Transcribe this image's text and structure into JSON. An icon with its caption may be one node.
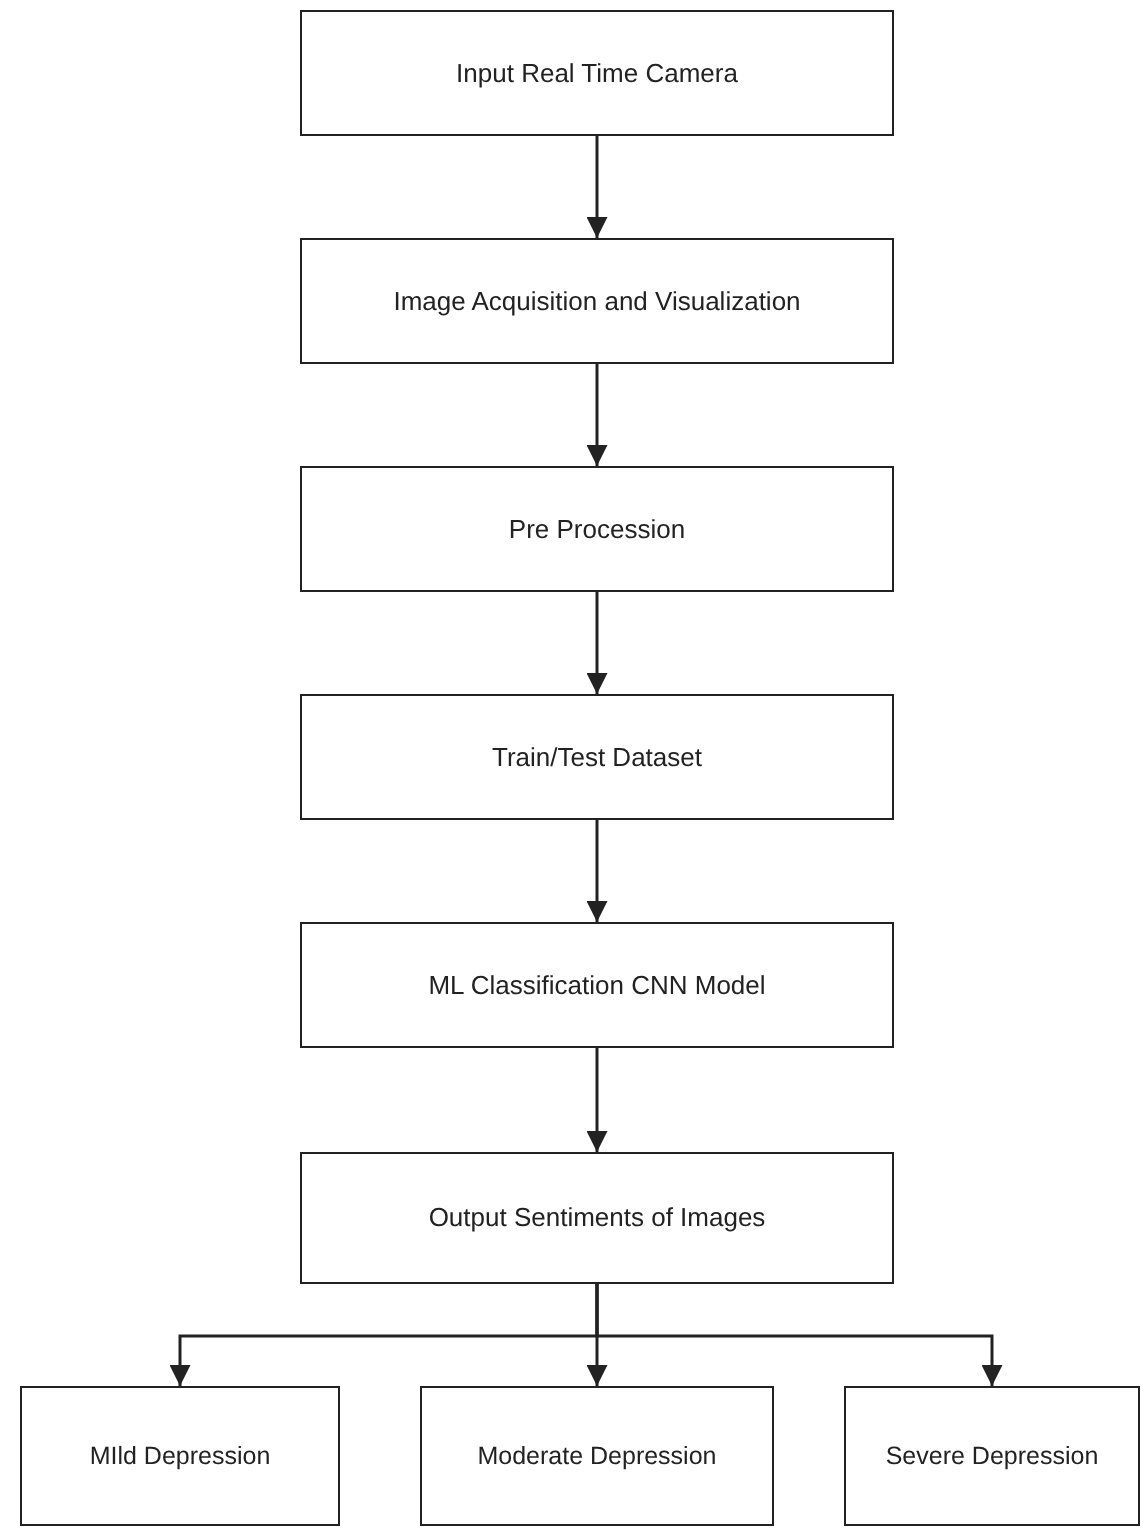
{
  "diagram": {
    "nodes": [
      {
        "text": [
          "Input Real Time Camera"
        ]
      },
      {
        "text": [
          "Image Acquisition and Visualization"
        ]
      },
      {
        "text": [
          "Pre Procession"
        ]
      },
      {
        "text": [
          "Train/Test Dataset"
        ]
      },
      {
        "text": [
          "ML Classification CNN Model"
        ]
      },
      {
        "text": [
          "Output Sentiments of Images"
        ]
      },
      {
        "text": [
          "MIld Depression"
        ]
      },
      {
        "text": [
          "Moderate Depression"
        ]
      },
      {
        "text": [
          "Severe Depression"
        ]
      }
    ],
    "edges": [
      {
        "from": 0,
        "to": 1,
        "arrow": "to"
      },
      {
        "from": 1,
        "to": 2,
        "arrow": "to"
      },
      {
        "from": 2,
        "to": 3,
        "arrow": "to"
      },
      {
        "from": 3,
        "to": 4,
        "arrow": "to"
      },
      {
        "from": 4,
        "to": 5,
        "arrow": "to"
      },
      {
        "from": 5,
        "to": 6,
        "arrow": "to"
      },
      {
        "from": 5,
        "to": 7,
        "arrow": "to"
      },
      {
        "from": 5,
        "to": 8,
        "arrow": "to"
      }
    ]
  }
}
